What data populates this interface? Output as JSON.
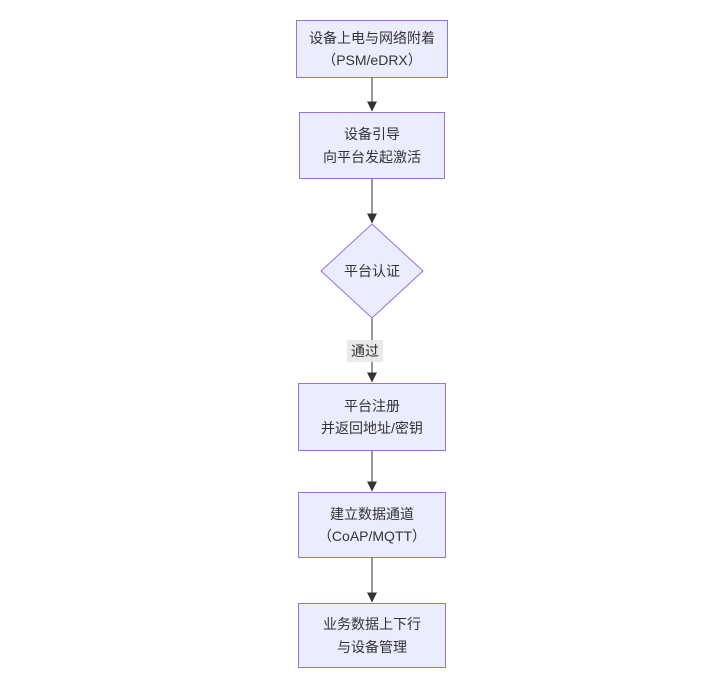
{
  "diagram": {
    "type": "flowchart",
    "direction": "top-down",
    "nodes": [
      {
        "id": "power-attach",
        "shape": "rect",
        "line1": "设备上电与网络附着",
        "line2": "（PSM/eDRX）"
      },
      {
        "id": "bootstrap",
        "shape": "rect",
        "line1": "设备引导",
        "line2": "向平台发起激活"
      },
      {
        "id": "platform-auth",
        "shape": "diamond",
        "label": "平台认证"
      },
      {
        "id": "register",
        "shape": "rect",
        "line1": "平台注册",
        "line2": "并返回地址/密钥"
      },
      {
        "id": "data-channel",
        "shape": "rect",
        "line1": "建立数据通道",
        "line2": "（CoAP/MQTT）"
      },
      {
        "id": "business",
        "shape": "rect",
        "line1": "业务数据上下行",
        "line2": "与设备管理"
      }
    ],
    "edges": [
      {
        "from": "power-attach",
        "to": "bootstrap",
        "label": ""
      },
      {
        "from": "bootstrap",
        "to": "platform-auth",
        "label": ""
      },
      {
        "from": "platform-auth",
        "to": "register",
        "label": "通过"
      },
      {
        "from": "register",
        "to": "data-channel",
        "label": ""
      },
      {
        "from": "data-channel",
        "to": "business",
        "label": ""
      }
    ],
    "colors": {
      "node_fill": "#ECECFF",
      "node_border": "#9370DB",
      "edge_stroke": "#333333",
      "edge_label_background": "#E8E8E8",
      "text": "#333333",
      "background": "#FFFFFF"
    }
  }
}
